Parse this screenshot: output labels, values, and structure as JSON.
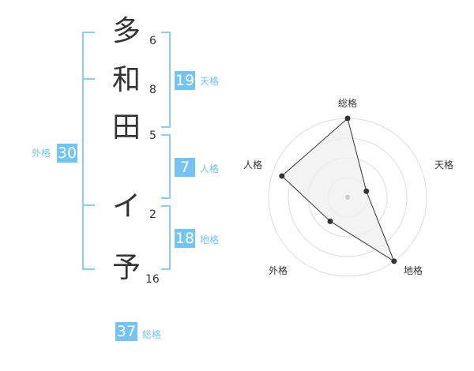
{
  "name_chars": [
    {
      "char": "多",
      "strokes": "6"
    },
    {
      "char": "和",
      "strokes": "8"
    },
    {
      "char": "田",
      "strokes": "5"
    },
    {
      "char": "イ",
      "strokes": "2"
    },
    {
      "char": "予",
      "strokes": "16"
    }
  ],
  "kaku": {
    "tenkaku": {
      "label": "天格",
      "value": "19"
    },
    "jinkaku": {
      "label": "人格",
      "value": "7"
    },
    "chikaku": {
      "label": "地格",
      "value": "18"
    },
    "gaikaku": {
      "label": "外格",
      "value": "30"
    },
    "soukaku": {
      "label": "総格",
      "value": "37"
    }
  },
  "radar": {
    "axes": [
      "総格",
      "天格",
      "地格",
      "外格",
      "人格"
    ],
    "levels": 4,
    "values": [
      4,
      1,
      4,
      1.5,
      3.5
    ],
    "max": 4,
    "colors": {
      "fill": "#f0f0f0",
      "stroke": "#333333",
      "grid": "#dddddd",
      "point": "#333333",
      "center": "#cccccc"
    }
  },
  "colors": {
    "accent": "#73c4f2",
    "bracket": "#8ecbf2",
    "text": "#333333"
  }
}
